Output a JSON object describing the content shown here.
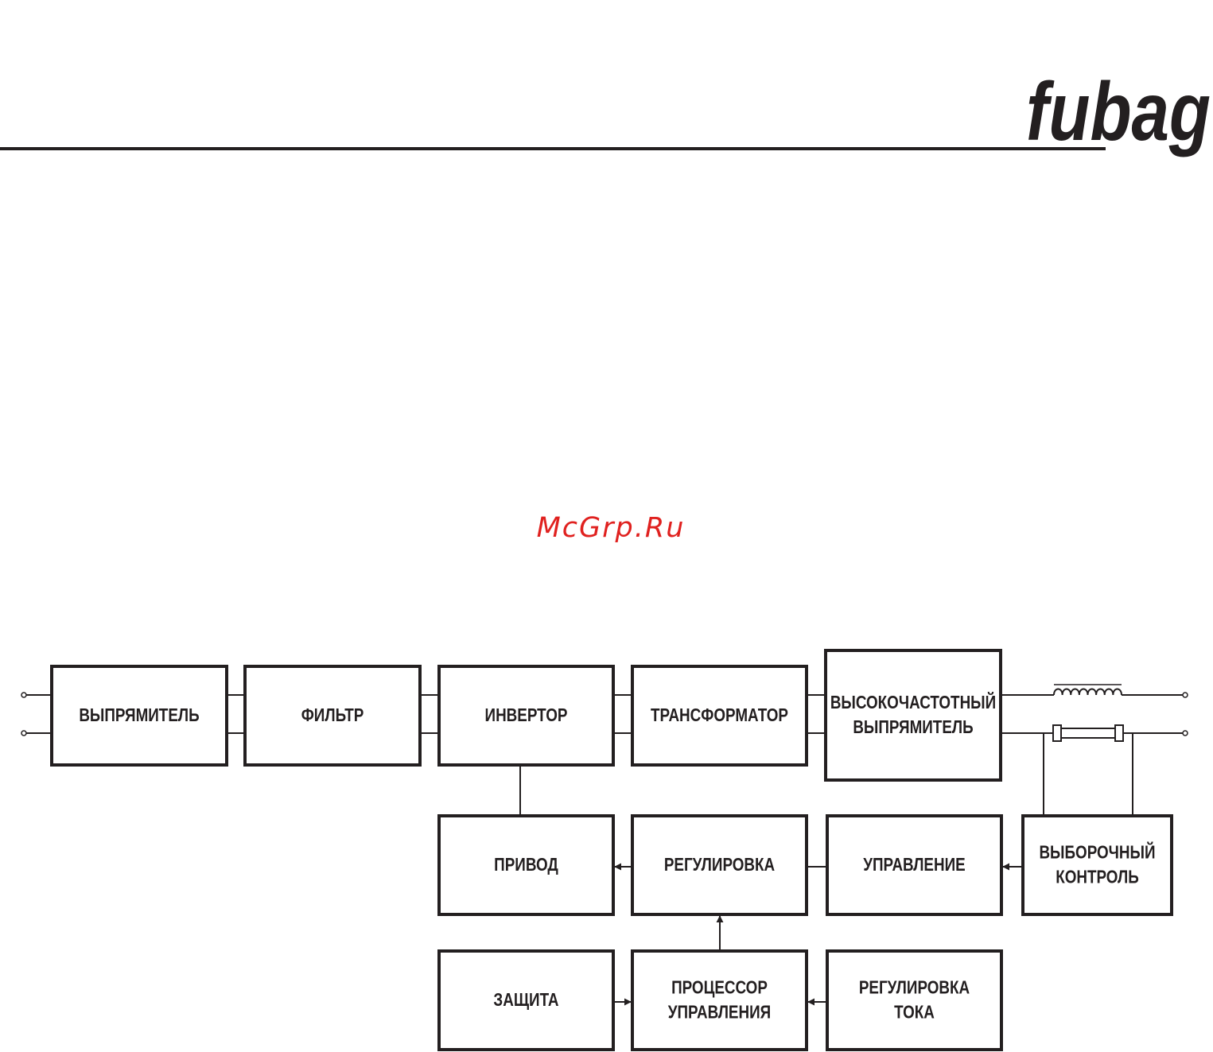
{
  "header": {
    "logo": "fubag"
  },
  "watermark": "McGrp.Ru",
  "colors": {
    "ink": "#231f20",
    "watermark": "#e0211f"
  },
  "blocks": {
    "rectifier": [
      "ВЫПРЯМИТЕЛЬ"
    ],
    "filter": [
      "ФИЛЬТР"
    ],
    "inverter": [
      "ИНВЕРТОР"
    ],
    "transformer": [
      "ТРАНСФОРМАТОР"
    ],
    "hf_rectifier": [
      "ВЫСОКОЧАСТОТНЫЙ",
      "ВЫПРЯМИТЕЛЬ"
    ],
    "drive": [
      "ПРИВОД"
    ],
    "regulation": [
      "РЕГУЛИРОВКА"
    ],
    "control": [
      "УПРАВЛЕНИЕ"
    ],
    "sampling": [
      "ВЫБОРОЧНЫЙ",
      "КОНТРОЛЬ"
    ],
    "protection": [
      "ЗАЩИТА"
    ],
    "processor": [
      "ПРОЦЕССОР",
      "УПРАВЛЕНИЯ"
    ],
    "current_reg": [
      "РЕГУЛИРОВКА",
      "ТОКА"
    ]
  }
}
